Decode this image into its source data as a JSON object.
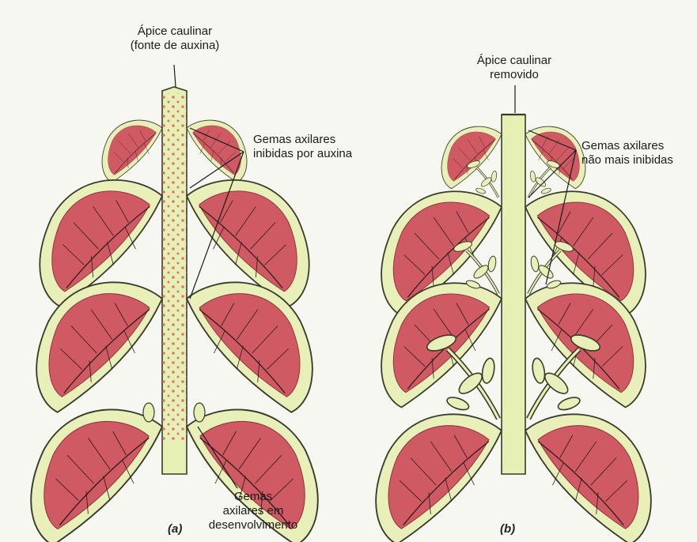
{
  "panels": [
    {
      "id": "a",
      "panel_label": "(a)",
      "labels": {
        "apex_line1": "Ápice caulinar",
        "apex_line2": "(fonte de auxina)",
        "buds_line1": "Gemas axilares",
        "buds_line2": "inibidas por auxina",
        "dev_line1": "Gemas",
        "dev_line2": "axilares em",
        "dev_line3": "desenvolvimento"
      }
    },
    {
      "id": "b",
      "panel_label": "(b)",
      "labels": {
        "apex_line1": "Ápice caulinar",
        "apex_line2": "removido",
        "buds_line1": "Gemas axilares",
        "buds_line2": "não mais inibidas"
      }
    }
  ],
  "colors": {
    "stem": "#e6efb4",
    "leaf_outer": "#e9efb9",
    "leaf_inner": "#cf5a63",
    "outline": "#3a3a2a",
    "auxin_dot": "#e0737a",
    "background": "#f7f7f2"
  }
}
